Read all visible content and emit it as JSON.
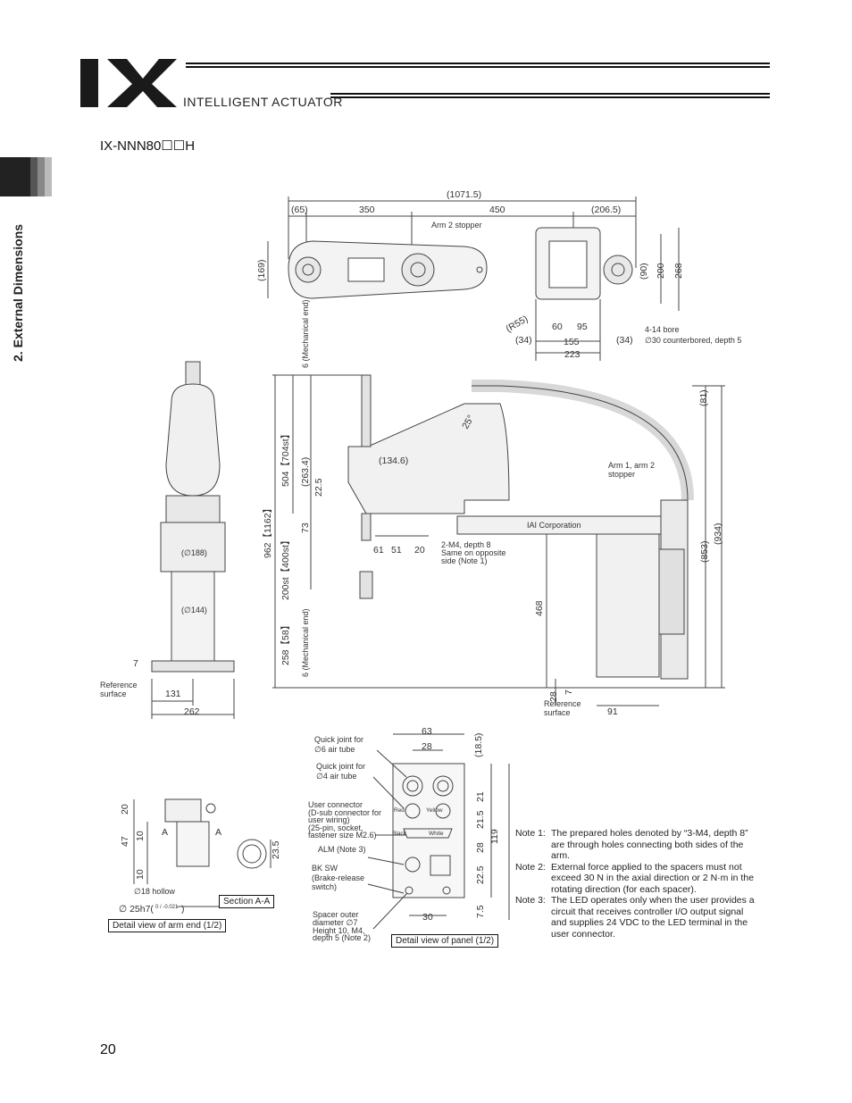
{
  "header": {
    "brand_mark": "IX",
    "brand_text": "INTELLIGENT ACTUATOR",
    "model": "IX-NNN80☐☐H"
  },
  "sidebar": {
    "section": "2. External Dimensions"
  },
  "top_view": {
    "overall": "(1071.5)",
    "dims": [
      "(65)",
      "350",
      "450",
      "(206.5)",
      "(169)",
      "(90)",
      "200",
      "268",
      "(R55)",
      "60",
      "95",
      "(34)",
      "155",
      "(34)",
      "223"
    ],
    "arm2_stopper": "Arm 2 stopper",
    "bore_note_line1": "4-14 bore",
    "bore_note_line2": "∅30 counterbored, depth 5"
  },
  "side_view": {
    "dims": [
      "25°",
      "(81)",
      "(134.6)",
      "(263.4)",
      "22.5",
      "504【704st】",
      "73",
      "962【1162】",
      "200st【400st】",
      "61",
      "51",
      "20",
      "468",
      "258【58】",
      "(853)",
      "(934)",
      "28",
      "7",
      "91"
    ],
    "mech_end": "6 (Mechanical end)",
    "arm_stopper": "Arm 1, arm 2 stopper",
    "m4_note_line1": "2-M4, depth 8",
    "m4_note_line2": "Same on opposite",
    "m4_note_line3": "side (Note 1)",
    "ref_surface": "Reference surface",
    "corp_label": "IAI Corporation"
  },
  "front_view": {
    "dims": [
      "(∅188)",
      "(∅144)",
      "7",
      "131",
      "262"
    ],
    "ref_surface": "Reference surface"
  },
  "arm_end_detail": {
    "dims": [
      "20",
      "47",
      "10",
      "10",
      "23.5",
      "A",
      "A"
    ],
    "hollow": "∅18 hollow",
    "shaft": "∅ 25h7(",
    "shaft_tol": "0 / -0.021",
    "shaft_close": ")",
    "section": "Section A-A",
    "title": "Detail view of arm end (1/2)"
  },
  "panel_detail": {
    "dims": [
      "63",
      "28",
      "(18.5)",
      "21",
      "21.5",
      "119",
      "28",
      "22.5",
      "7.5",
      "30"
    ],
    "quick6_line1": "Quick joint for",
    "quick6_line2": "∅6 air tube",
    "quick4_line1": "Quick joint for",
    "quick4_line2": "∅4 air tube",
    "user_conn_line1": "User connector",
    "user_conn_line2": "(D-sub connector for",
    "user_conn_line3": "user wiring)",
    "user_conn_line4": "(25-pin, socket,",
    "user_conn_line5": "fastener size M2.6)",
    "alm": "ALM (Note 3)",
    "bksw_line1": "BK SW",
    "bksw_line2": "(Brake-release",
    "bksw_line3": "switch)",
    "spacer_line1": "Spacer outer",
    "spacer_line2": "diameter ∅7",
    "spacer_line3": "Height 10, M4,",
    "spacer_line4": "depth 5 (Note 2)",
    "red": "Red",
    "yellow": "Yellow",
    "black": "Black",
    "white": "White",
    "title": "Detail view of panel (1/2)"
  },
  "notes": [
    {
      "key": "Note 1:",
      "text": "The prepared holes denoted by “3-M4, depth 8” are through holes connecting both sides of the arm."
    },
    {
      "key": "Note 2:",
      "text": "External force applied to the spacers must not exceed 30 N in the axial direction or 2 N·m in the rotating direction (for each spacer)."
    },
    {
      "key": "Note 3:",
      "text": "The LED operates only when the user provides a circuit that receives controller I/O output signal and supplies 24 VDC to the LED terminal in the user connector."
    }
  ],
  "page_number": "20"
}
